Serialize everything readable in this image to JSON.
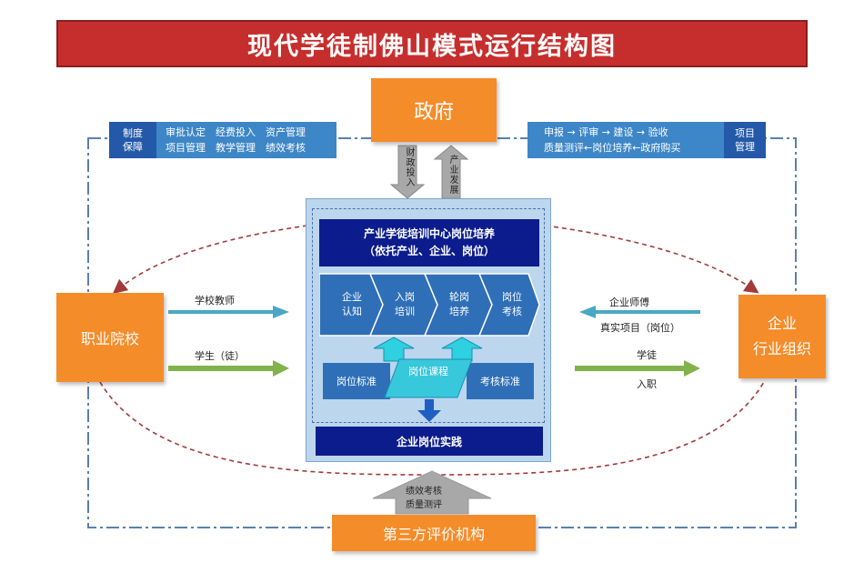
{
  "title": "现代学徒制佛山模式运行结构图",
  "nodes": {
    "government": "政府",
    "college": "职业院校",
    "enterprise": [
      "企业",
      "行业组织"
    ],
    "third_party": "第三方评价机构"
  },
  "left_panel": {
    "tag": [
      "制度",
      "保障"
    ],
    "rows": [
      "审批认定　经费投入　资产管理",
      "项目管理　教学管理　绩效考核"
    ]
  },
  "right_panel": {
    "rows": [
      "申报 → 评审 → 建设 → 验收",
      "质量测评←岗位培养←政府购买"
    ],
    "tag": [
      "项目",
      "管理"
    ]
  },
  "gov_arrows": {
    "down": "财政投入",
    "up": "产业发展"
  },
  "center": {
    "header": [
      "产业学徒培训中心岗位培养",
      "（依托产业、企业、岗位）"
    ],
    "steps": [
      {
        "line1": "企业",
        "line2": "认知"
      },
      {
        "line1": "入岗",
        "line2": "培训"
      },
      {
        "line1": "轮岗",
        "line2": "培养"
      },
      {
        "line1": "岗位",
        "line2": "考核"
      }
    ],
    "standards": {
      "left": "岗位标准",
      "middle": "岗位课程",
      "right": "考核标准"
    },
    "footer": "企业岗位实践"
  },
  "flows": {
    "school_teacher": "学校教师",
    "student": "学生（徒）",
    "enterprise_mentor": "企业师傅",
    "real_project": "真实项目（岗位）",
    "apprentice": "学徒",
    "employment": "入职"
  },
  "evaluation": [
    "绩效考核",
    "质量测评"
  ],
  "colors": {
    "title_red": "#c62e2d",
    "node_orange": "#f58c2a",
    "navy": "#0c1c8c",
    "panel_blue": "#2458a8",
    "arrow_teal": "#4aa7c6",
    "arrow_green": "#82b24a",
    "ellipse_red": "#a33a3a",
    "frame_blue": "#5a7fb0"
  }
}
